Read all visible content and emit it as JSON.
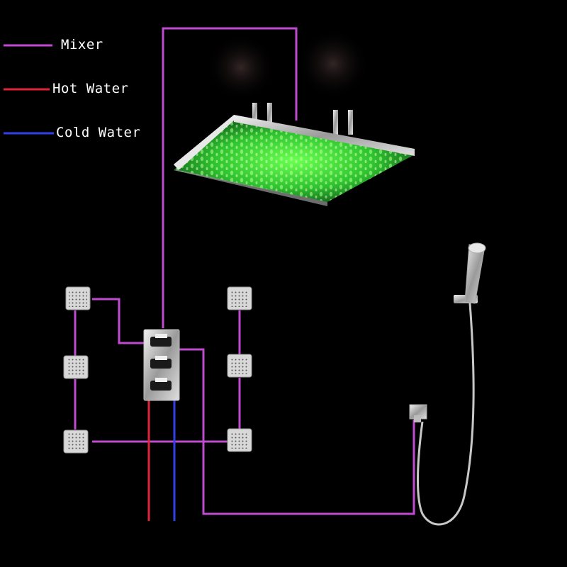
{
  "legend": {
    "mixer": {
      "label": "Mixer",
      "color": "#c04ad0"
    },
    "hot": {
      "label": "Hot Water",
      "color": "#e0243a"
    },
    "cold": {
      "label": "Cold Water",
      "color": "#3340e6"
    }
  },
  "colors": {
    "background": "#000000",
    "led_glow": "#3cd83c",
    "chrome": "#d4d4d4"
  },
  "components": [
    {
      "id": "rain-shower-head",
      "label_icon": "led-rain-shower-head-icon"
    },
    {
      "id": "thermostatic-mixer",
      "label_icon": "mixer-valve-icon"
    },
    {
      "id": "body-jets",
      "label_icon": "body-jet-icon",
      "count": 6
    },
    {
      "id": "hand-shower",
      "label_icon": "hand-shower-icon"
    },
    {
      "id": "wall-outlet",
      "label_icon": "wall-outlet-icon"
    }
  ]
}
